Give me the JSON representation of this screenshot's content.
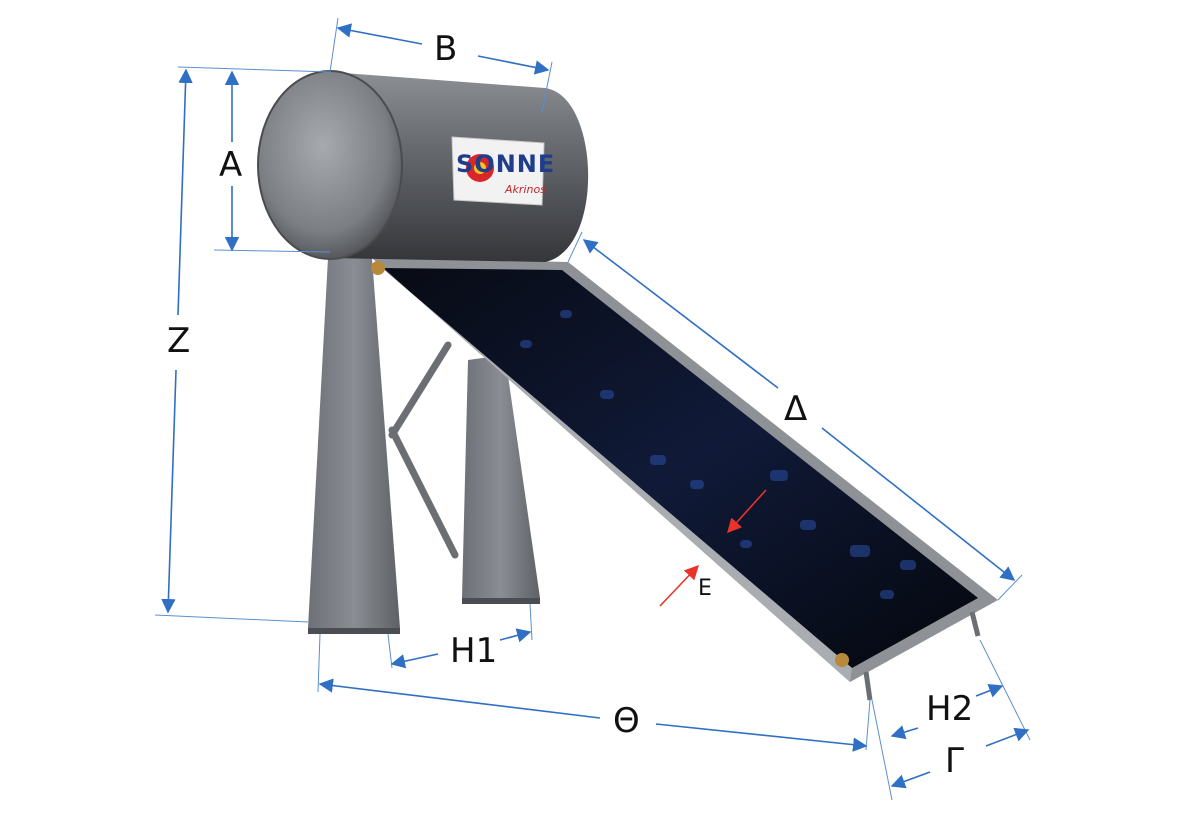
{
  "labels": {
    "a": "A",
    "b": "B",
    "z": "Z",
    "delta": "Δ",
    "e": "E",
    "h1": "H1",
    "theta": "Θ",
    "h2": "H2",
    "gamma": "Γ"
  },
  "brand": {
    "name": "SONNE",
    "sub": "Akrinos"
  },
  "colors": {
    "dimension_line": "#5b8fd0",
    "arrow": "#2f6fc4",
    "highlight_arrow": "#e8332a",
    "tank": "#5a5d62",
    "panel_glass": "#0b1020",
    "stand": "#7a7d83"
  }
}
